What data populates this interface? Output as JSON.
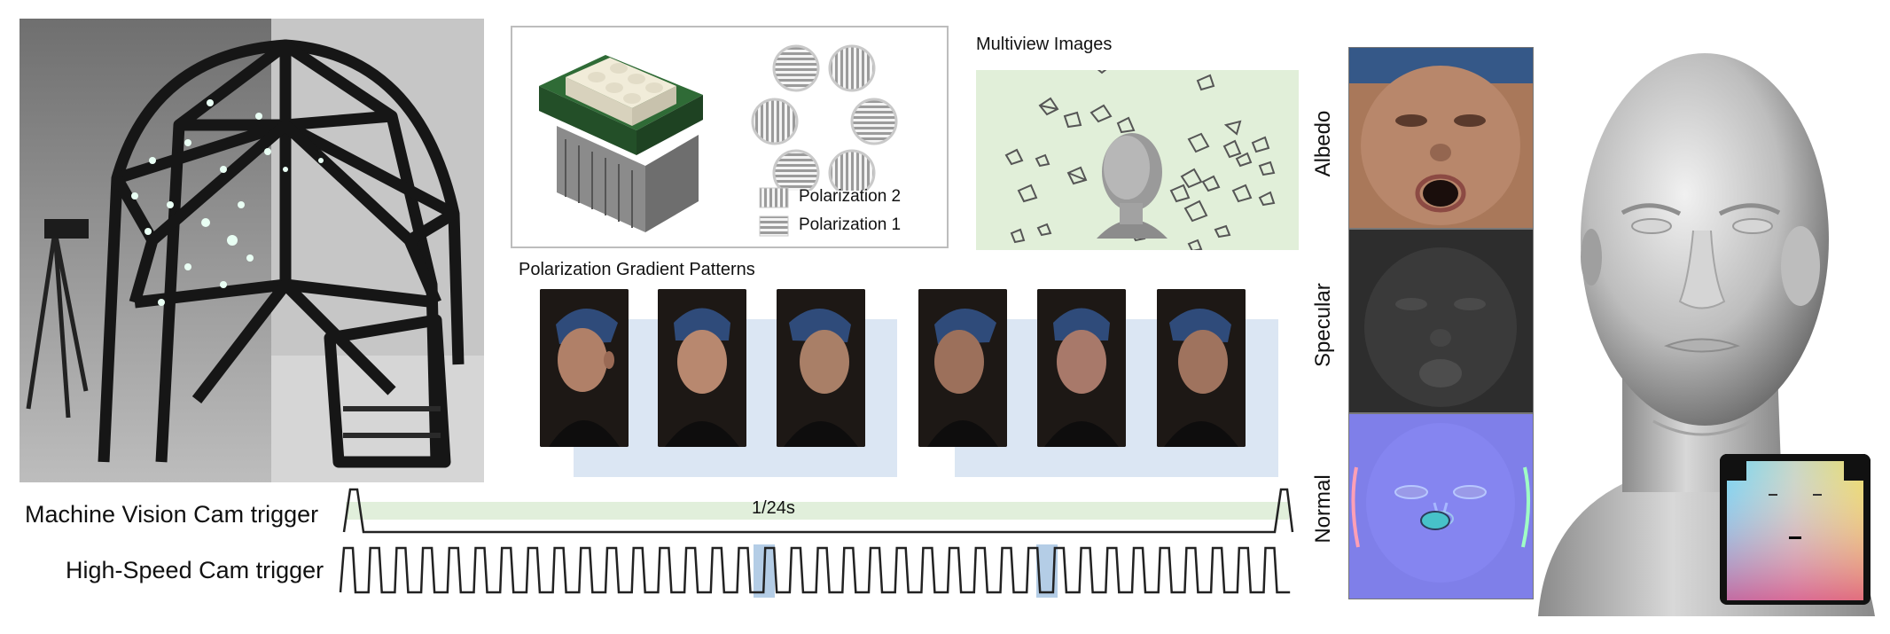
{
  "capture_rig": {
    "icon": "geodesic-dome-light-stage-photo"
  },
  "camera": {
    "icon": "polarized-camera-render"
  },
  "polarization_legend": {
    "items": [
      {
        "label": "Polarization 2",
        "pattern": "vertical-stripes"
      },
      {
        "label": "Polarization 1",
        "pattern": "horizontal-stripes"
      }
    ]
  },
  "multiview": {
    "title": "Multiview Images",
    "icon": "head-with-camera-frustums"
  },
  "gradient_patterns": {
    "title": "Polarization Gradient Patterns",
    "group_color": "#dbe6f3",
    "photo_count": 6
  },
  "timing": {
    "machine_vision_label": "Machine Vision Cam trigger",
    "high_speed_label": "High-Speed Cam trigger",
    "interval_label": "1/24s",
    "interval_color": "#e1efdb",
    "highlight_color": "#b4cde6"
  },
  "maps": {
    "albedo_label": "Albedo",
    "specular_label": "Specular",
    "normal_label": "Normal"
  },
  "result": {
    "icon": "grey-head-mesh-render",
    "uv_icon": "uv-position-map"
  },
  "colors": {
    "green_panel": "#e1efd9",
    "box_border": "#b3b3b3"
  }
}
